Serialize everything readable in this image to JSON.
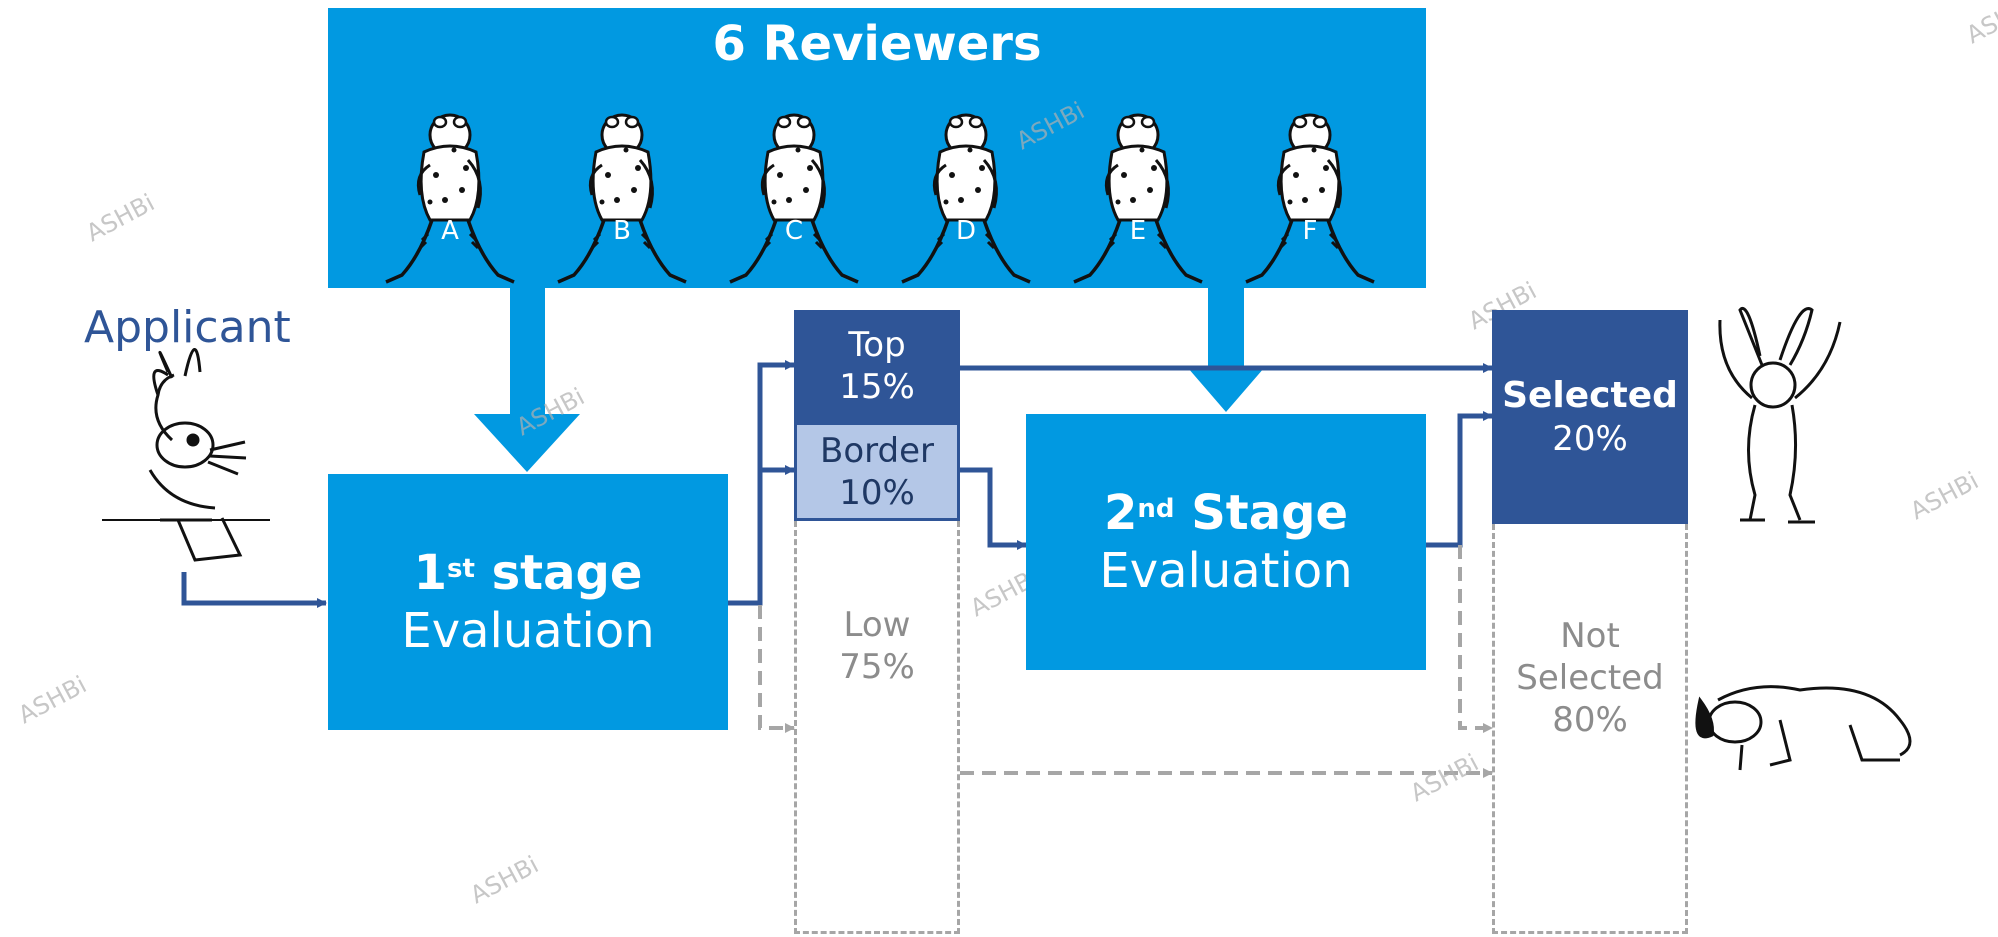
{
  "header": {
    "title": "6 Reviewers"
  },
  "reviewers": [
    "A",
    "B",
    "C",
    "D",
    "E",
    "F"
  ],
  "applicant": {
    "label": "Applicant"
  },
  "stage1": {
    "line1_num": "1",
    "line1_sup": "st",
    "line1_rest": " stage",
    "line2": "Evaluation"
  },
  "stage2": {
    "line1_num": "2",
    "line1_sup": "nd",
    "line1_rest": " Stage",
    "line2": "Evaluation"
  },
  "outcomes_stage1": {
    "top": {
      "label": "Top",
      "percent": "15%"
    },
    "border": {
      "label": "Border",
      "percent": "10%"
    },
    "low": {
      "label": "Low",
      "percent": "75%"
    }
  },
  "outcomes_final": {
    "selected": {
      "label": "Selected",
      "percent": "20%"
    },
    "not_selected": {
      "line1": "Not",
      "line2": "Selected",
      "percent": "80%"
    }
  },
  "watermark": "ASHBi",
  "colors": {
    "process_blue": "#0199e1",
    "navy": "#2f5597",
    "pale_blue": "#b4c7e7",
    "gray": "#a6a6a6"
  }
}
